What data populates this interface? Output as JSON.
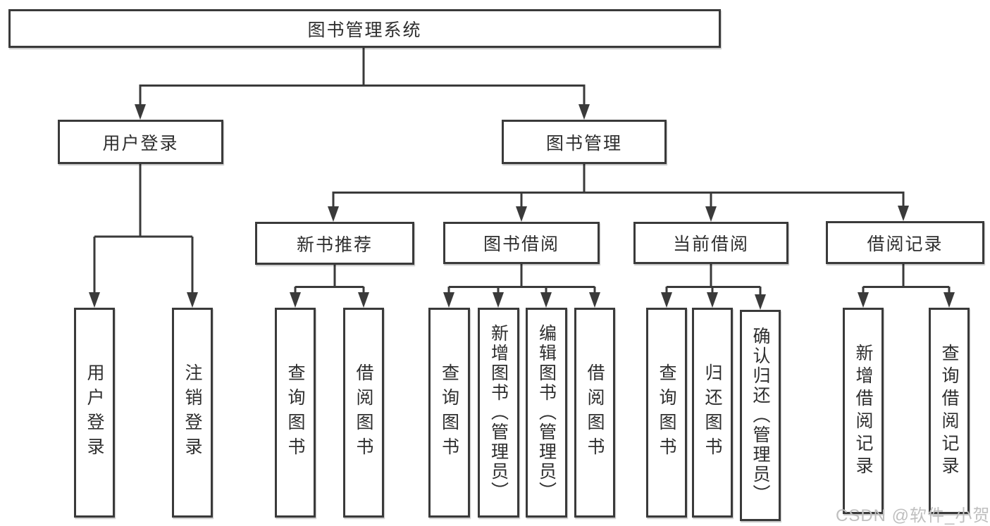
{
  "tree": {
    "label": "图书管理系统",
    "children": [
      {
        "label": "用户登录",
        "children": [
          {
            "label": "用户登录"
          },
          {
            "label": "注销登录"
          }
        ]
      },
      {
        "label": "图书管理",
        "children": [
          {
            "label": "新书推荐",
            "children": [
              {
                "label": "查询图书"
              },
              {
                "label": "借阅图书"
              }
            ]
          },
          {
            "label": "图书借阅",
            "children": [
              {
                "label": "查询图书"
              },
              {
                "label": "新增图书（管理员）"
              },
              {
                "label": "编辑图书（管理员）"
              },
              {
                "label": "借阅图书"
              }
            ]
          },
          {
            "label": "当前借阅",
            "children": [
              {
                "label": "查询图书"
              },
              {
                "label": "归还图书"
              },
              {
                "label": "确认归还（管理员）"
              }
            ]
          },
          {
            "label": "借阅记录",
            "children": [
              {
                "label": "新增借阅记录"
              },
              {
                "label": "查询借阅记录"
              }
            ]
          }
        ]
      }
    ]
  },
  "watermark": {
    "text": "CSDN @软件_小贺同学"
  },
  "colors": {
    "line": "#3a3a3a",
    "box_border": "#3a3a3a",
    "text": "#2e2e2e",
    "watermark": "#bfbfbf",
    "background": "#ffffff"
  }
}
